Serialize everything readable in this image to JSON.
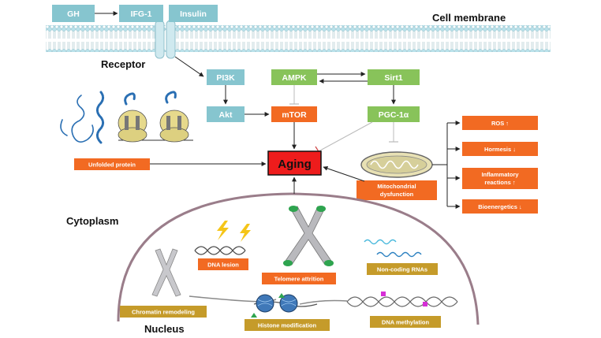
{
  "labels": {
    "cell_membrane": "Cell membrane",
    "receptor": "Receptor",
    "cytoplasm": "Cytoplasm",
    "nucleus": "Nucleus"
  },
  "signals": {
    "gh": "GH",
    "igf1": "IFG-1",
    "insulin": "Insulin",
    "pi3k": "PI3K",
    "akt": "Akt",
    "ampk": "AMPK",
    "sirt1": "Sirt1",
    "pgc1a": "PGC-1α",
    "mtor": "mTOR"
  },
  "center": {
    "aging": "Aging"
  },
  "causes": {
    "unfolded_protein": "Unfolded protein",
    "mito_dysfunction_l1": "Mitochondrial",
    "mito_dysfunction_l2": "dysfunction",
    "dna_lesion": "DNA lesion",
    "telomere_attrition": "Telomere attrition",
    "non_coding_rnas": "Non-coding RNAs",
    "chromatin_remodeling": "Chromatin remodeling",
    "histone_modification": "Histone modification",
    "dna_methylation": "DNA methylation"
  },
  "mito_effects": {
    "ros": "ROS ↑",
    "hormesis": "Hormesis ↓",
    "inflammatory_l1": "Inflammatory",
    "inflammatory_l2": "reactions ↑",
    "bioenergetics": "Bioenergetics ↓"
  },
  "colors": {
    "blue_box": "#86c5cf",
    "green_box": "#88c35a",
    "orange_box": "#f26a22",
    "gold_box": "#c59b2a",
    "aging_red": "#ee1c1c"
  }
}
